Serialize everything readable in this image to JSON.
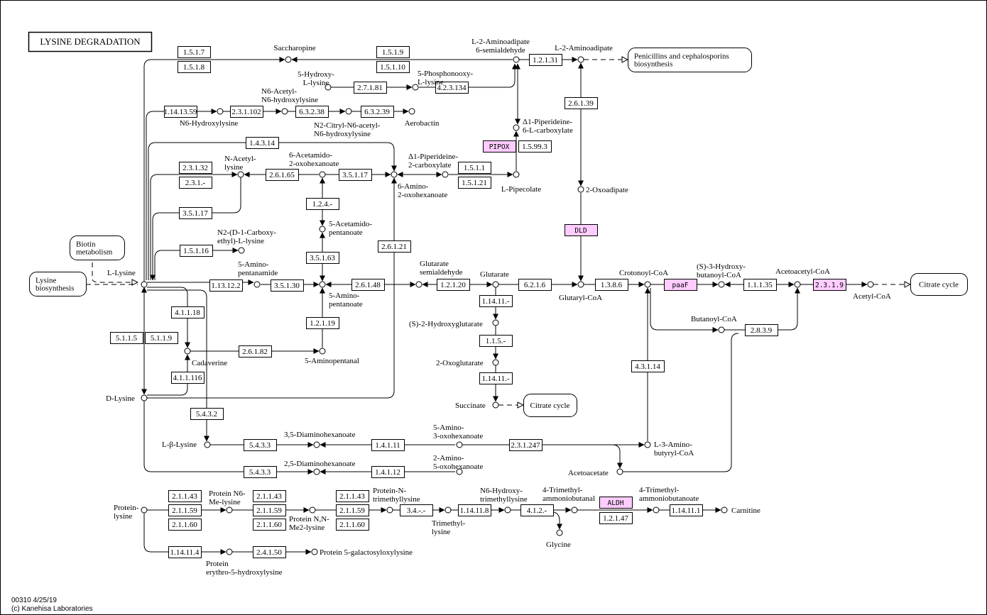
{
  "title": "LYSINE DEGRADATION",
  "highlight_color": "#ffccff",
  "footer": {
    "line1": "00310 4/25/19",
    "line2": "(c) Kanehisa Laboratories"
  },
  "maps": [
    {
      "name": [
        "Penicillins and cephalosporins",
        "biosynthesis"
      ]
    },
    {
      "name": [
        "Biotin",
        "metabolism"
      ]
    },
    {
      "name": [
        "Lysine",
        "biosynthesis"
      ]
    },
    {
      "name": [
        "Citrate cycle"
      ]
    },
    {
      "name": [
        "Citrate cycle"
      ]
    }
  ],
  "enzymes": [
    {
      "label": "1.5.1.7"
    },
    {
      "label": "1.5.1.8"
    },
    {
      "label": "1.5.1.9"
    },
    {
      "label": "1.5.1.10"
    },
    {
      "label": "1.2.1.31"
    },
    {
      "label": "2.7.1.81"
    },
    {
      "label": "4.2.3.134"
    },
    {
      "label": "1.14.13.59"
    },
    {
      "label": "2.3.1.102"
    },
    {
      "label": "6.3.2.38"
    },
    {
      "label": "6.3.2.39"
    },
    {
      "label": "1.4.3.14"
    },
    {
      "label": "2.3.1.32"
    },
    {
      "label": "2.3.1.-"
    },
    {
      "label": "2.6.1.65"
    },
    {
      "label": "3.5.1.17"
    },
    {
      "label": "1.5.1.1"
    },
    {
      "label": "1.5.1.21"
    },
    {
      "label": "PIPOX",
      "highlight": true
    },
    {
      "label": "1.5.99.3"
    },
    {
      "label": "2.6.1.39"
    },
    {
      "label": "1.2.4.-"
    },
    {
      "label": "3.5.1.17"
    },
    {
      "label": "DLD",
      "highlight": true
    },
    {
      "label": "1.5.1.16"
    },
    {
      "label": "2.6.1.21"
    },
    {
      "label": "3.5.1.63"
    },
    {
      "label": "1.13.12.2"
    },
    {
      "label": "3.5.1.30"
    },
    {
      "label": "2.6.1.48"
    },
    {
      "label": "1.2.1.20"
    },
    {
      "label": "6.2.1.6"
    },
    {
      "label": "1.3.8.6"
    },
    {
      "label": "paaF",
      "highlight": true
    },
    {
      "label": "1.1.1.35"
    },
    {
      "label": "2.3.1.9",
      "highlight": true
    },
    {
      "label": "1.14.11.-"
    },
    {
      "label": "4.1.1.18"
    },
    {
      "label": "1.2.1.19"
    },
    {
      "label": "1.1.5.-"
    },
    {
      "label": "5.1.1.5"
    },
    {
      "label": "5.1.1.9"
    },
    {
      "label": "2.6.1.82"
    },
    {
      "label": "2.8.3.9"
    },
    {
      "label": "4.3.1.14"
    },
    {
      "label": "4.1.1.116"
    },
    {
      "label": "1.14.11.-"
    },
    {
      "label": "5.4.3.2"
    },
    {
      "label": "5.4.3.3"
    },
    {
      "label": "1.4.1.11"
    },
    {
      "label": "2.3.1.247"
    },
    {
      "label": "5.4.3.3"
    },
    {
      "label": "1.4.1.12"
    },
    {
      "label": "2.1.1.43"
    },
    {
      "label": "2.1.1.59"
    },
    {
      "label": "2.1.1.60"
    },
    {
      "label": "2.1.1.43"
    },
    {
      "label": "2.1.1.59"
    },
    {
      "label": "2.1.1.60"
    },
    {
      "label": "2.1.1.43"
    },
    {
      "label": "2.1.1.59"
    },
    {
      "label": "2.1.1.60"
    },
    {
      "label": "3.4.-.-"
    },
    {
      "label": "1.14.11.8"
    },
    {
      "label": "4.1.2.-"
    },
    {
      "label": "ALDH",
      "highlight": true
    },
    {
      "label": "1.2.1.47"
    },
    {
      "label": "1.14.11.1"
    },
    {
      "label": "1.14.11.4"
    },
    {
      "label": "2.4.1.50"
    }
  ],
  "compounds": [
    {
      "name": [
        "Saccharopine"
      ]
    },
    {
      "name": [
        "L-2-Aminoadipate",
        "6-semialdehyde"
      ]
    },
    {
      "name": [
        "L-2-Aminoadipate"
      ]
    },
    {
      "name": [
        "5-Hydroxy-",
        "L-lysine"
      ]
    },
    {
      "name": [
        "5-Phosphonooxy-",
        "L-lysine"
      ]
    },
    {
      "name": [
        "N6-Hydroxylysine"
      ]
    },
    {
      "name": [
        "N6-Acetyl-",
        "N6-hydroxylysine"
      ]
    },
    {
      "name": [
        "N2-Citryl-N6-acetyl-",
        "N6-hydroxylysine"
      ]
    },
    {
      "name": [
        "Aerobactin"
      ]
    },
    {
      "name": [
        "Δ1-Piperideine-",
        "6-L-carboxylate"
      ]
    },
    {
      "name": [
        "N-Acetyl-",
        "lysine"
      ]
    },
    {
      "name": [
        "6-Acetamido-",
        "2-oxohexanoate"
      ]
    },
    {
      "name": [
        "6-Amino-",
        "2-oxohexanoate"
      ]
    },
    {
      "name": [
        "Δ1-Piperideine-",
        "2-carboxylate"
      ]
    },
    {
      "name": [
        "L-Pipecolate"
      ]
    },
    {
      "name": [
        "2-Oxoadipate"
      ]
    },
    {
      "name": [
        "5-Acetamido-",
        "pentanoate"
      ]
    },
    {
      "name": [
        "N2-(D-1-Carboxy-",
        "ethyl)-L-lysine"
      ]
    },
    {
      "name": [
        "L-Lysine"
      ]
    },
    {
      "name": [
        "5-Amino-",
        "pentanamide"
      ]
    },
    {
      "name": [
        "5-Amino-",
        "pentanoate"
      ]
    },
    {
      "name": [
        "Glutarate",
        "semialdehyde"
      ]
    },
    {
      "name": [
        "Glutarate"
      ]
    },
    {
      "name": [
        "Glutaryl-CoA"
      ]
    },
    {
      "name": [
        "Crotonoyl-CoA"
      ]
    },
    {
      "name": [
        "(S)-3-Hydroxy-",
        "butanoyl-CoA"
      ]
    },
    {
      "name": [
        "Acetoacetyl-CoA"
      ]
    },
    {
      "name": [
        "Acetyl-CoA"
      ]
    },
    {
      "name": [
        "(S)-2-Hydroxyglutarate"
      ]
    },
    {
      "name": [
        "Butanoyl-CoA"
      ]
    },
    {
      "name": [
        "Cadaverine"
      ]
    },
    {
      "name": [
        "5-Aminopentanal"
      ]
    },
    {
      "name": [
        "2-Oxoglutarate"
      ]
    },
    {
      "name": [
        "D-Lysine"
      ]
    },
    {
      "name": [
        "Succinate"
      ]
    },
    {
      "name": [
        "L-β-Lysine"
      ]
    },
    {
      "name": [
        "3,5-Diaminohexanoate"
      ]
    },
    {
      "name": [
        "5-Amino-",
        "3-oxohexanoate"
      ]
    },
    {
      "name": [
        "L-3-Amino-",
        "butyryl-CoA"
      ]
    },
    {
      "name": [
        "2,5-Diaminohexanoate"
      ]
    },
    {
      "name": [
        "2-Amino-",
        "5-oxohexanoate"
      ]
    },
    {
      "name": [
        "Acetoacetate"
      ]
    },
    {
      "name": [
        "Protein-",
        "lysine"
      ]
    },
    {
      "name": [
        "Protein N6-",
        "Me-lysine"
      ]
    },
    {
      "name": [
        "Protein N,N-",
        "Me2-lysine"
      ]
    },
    {
      "name": [
        "Protein-N-",
        "trimethyllysine"
      ]
    },
    {
      "name": [
        "Trimethyl-",
        "lysine"
      ]
    },
    {
      "name": [
        "N6-Hydroxy-",
        "trimethyllysine"
      ]
    },
    {
      "name": [
        "4-Trimethyl-",
        "ammoniobutanal"
      ]
    },
    {
      "name": [
        "Glycine"
      ]
    },
    {
      "name": [
        "4-Trimethyl-",
        "ammoniobutanoate"
      ]
    },
    {
      "name": [
        "Carnitine"
      ]
    },
    {
      "name": [
        "Protein",
        "erythro-5-hydroxylysine"
      ]
    },
    {
      "name": [
        "Protein 5-galactosyloxylysine"
      ]
    }
  ]
}
